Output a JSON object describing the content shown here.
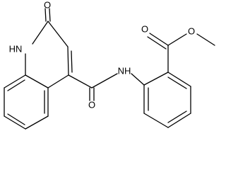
{
  "molecule": {
    "atom_labels": {
      "ketone_oxygen": "O",
      "ring_nh": "HN",
      "amide_nh": "NH",
      "amide_oxygen": "O",
      "ester_carbonyl_oxygen": "O",
      "ester_ether_oxygen": "O"
    }
  }
}
